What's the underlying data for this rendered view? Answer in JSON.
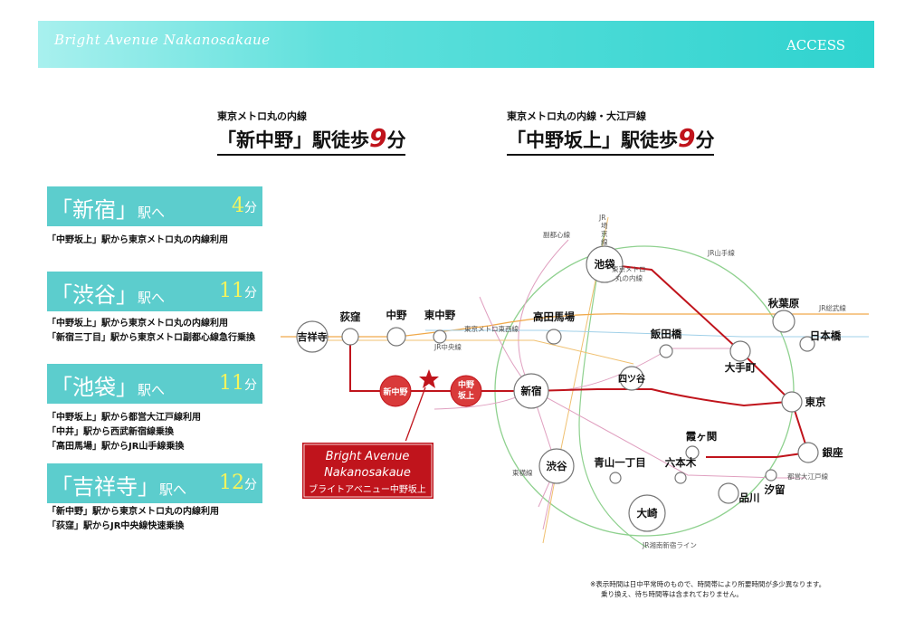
{
  "header": {
    "brand": "Bright Avenue Nakanosakaue",
    "section": "ACCESS"
  },
  "headlines": [
    {
      "line": "東京メトロ丸の内線",
      "pre": "「新中野」駅徒歩",
      "num": "9",
      "post": "分"
    },
    {
      "line": "東京メトロ丸の内線・大江戸線",
      "pre": "「中野坂上」駅徒歩",
      "num": "9",
      "post": "分"
    }
  ],
  "routes": [
    {
      "dest": "「新宿」",
      "suffix": "駅へ",
      "time": "4",
      "unit": "分",
      "notes": [
        "「中野坂上」駅から東京メトロ丸の内線利用"
      ]
    },
    {
      "dest": "「渋谷」",
      "suffix": "駅へ",
      "time": "11",
      "unit": "分",
      "notes": [
        "「中野坂上」駅から東京メトロ丸の内線利用",
        "「新宿三丁目」駅から東京メトロ副都心線急行乗換"
      ]
    },
    {
      "dest": "「池袋」",
      "suffix": "駅へ",
      "time": "11",
      "unit": "分",
      "notes": [
        "「中野坂上」駅から都営大江戸線利用",
        "「中井」駅から西武新宿線乗換",
        "「高田馬場」駅からJR山手線乗換"
      ]
    },
    {
      "dest": "「吉祥寺」",
      "suffix": "駅へ",
      "time": "12",
      "unit": "分",
      "notes": [
        "「新中野」駅から東京メトロ丸の内線利用",
        "「荻窪」駅からJR中央線快速乗換"
      ]
    }
  ],
  "map": {
    "stations": {
      "kichijoji": "吉祥寺",
      "ogikubo": "荻窪",
      "nakano": "中野",
      "higashinakano": "東中野",
      "shinnakano": "新中野",
      "nakanosakaue": "中野\n坂上",
      "shinjuku": "新宿",
      "takadanobaba": "高田馬場",
      "ikebukuro": "池袋",
      "iidabashi": "飯田橋",
      "yotsuya": "四ツ谷",
      "akihabara": "秋葉原",
      "otemachi": "大手町",
      "nihonbashi": "日本橋",
      "tokyo": "東京",
      "kasumigaseki": "霞ヶ関",
      "ginza": "銀座",
      "shibuya": "渋谷",
      "aoyama": "青山一丁目",
      "roppongi": "六本木",
      "shinagawa": "品川",
      "shiodome": "汐留",
      "osaki": "大崎"
    },
    "lines": {
      "jr_saikyo": "JR\n埼\n京\n線",
      "fukutoshin": "副都心線",
      "marunouchi": "東京メトロ\n丸の内線",
      "yamanote": "JR山手線",
      "sobu": "JR総武線",
      "tozai": "東京メトロ東西線",
      "chuo": "JR中央線",
      "toyoko": "東横線",
      "oedo": "都営大江戸線",
      "shonan": "JR湘南新宿ライン"
    },
    "property": {
      "name_line1": "Bright Avenue",
      "name_line2": "Nakanosakaue",
      "name_jp": "ブライトアベニュー中野坂上"
    }
  },
  "footnote": [
    "※表示時間は日中平常時のもので、時間帯により所要時間が多少異なります。",
    "乗り換え、待ち時間等は含まれておりません。"
  ],
  "colors": {
    "banner": "#2fd3cf",
    "card": "#5ccdcd",
    "marunouchi": "#c0141c",
    "yamanote": "#8fd18f",
    "chuo": "#f0a94a"
  }
}
